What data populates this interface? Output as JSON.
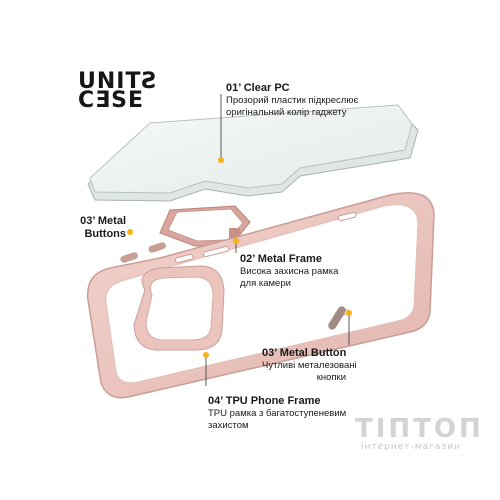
{
  "brand": {
    "logo_line1": "UNITƧ",
    "logo_line2": "CƎSE"
  },
  "callouts": {
    "clear_pc": {
      "title": "01’ Clear PC",
      "desc1": "Прозорий пластик підкреслює",
      "desc2": "оригінальний колір гаджету"
    },
    "metal_buttons_left": {
      "title1": "03’ Metal",
      "title2": "Buttons"
    },
    "metal_frame": {
      "title": "02’ Metal Frame",
      "desc1": "Висока захисна рамка",
      "desc2": "для камери"
    },
    "metal_button_right": {
      "title": "03’ Metal Button",
      "desc1": "Чутливі металезовані",
      "desc2": "кнопки"
    },
    "tpu_frame": {
      "title": "04’ TPU Phone Frame",
      "desc1": "TPU рамка з багатоступеневим",
      "desc2": "захистом"
    }
  },
  "watermark": {
    "name": "ТІПТОП",
    "subtitle": "інтернет-магазин"
  },
  "colors": {
    "accent_dot": "#f7b21a",
    "case_pink": "#ecc4be",
    "case_pink_dark": "#d9a9a3",
    "glass": "#eef3f2"
  }
}
